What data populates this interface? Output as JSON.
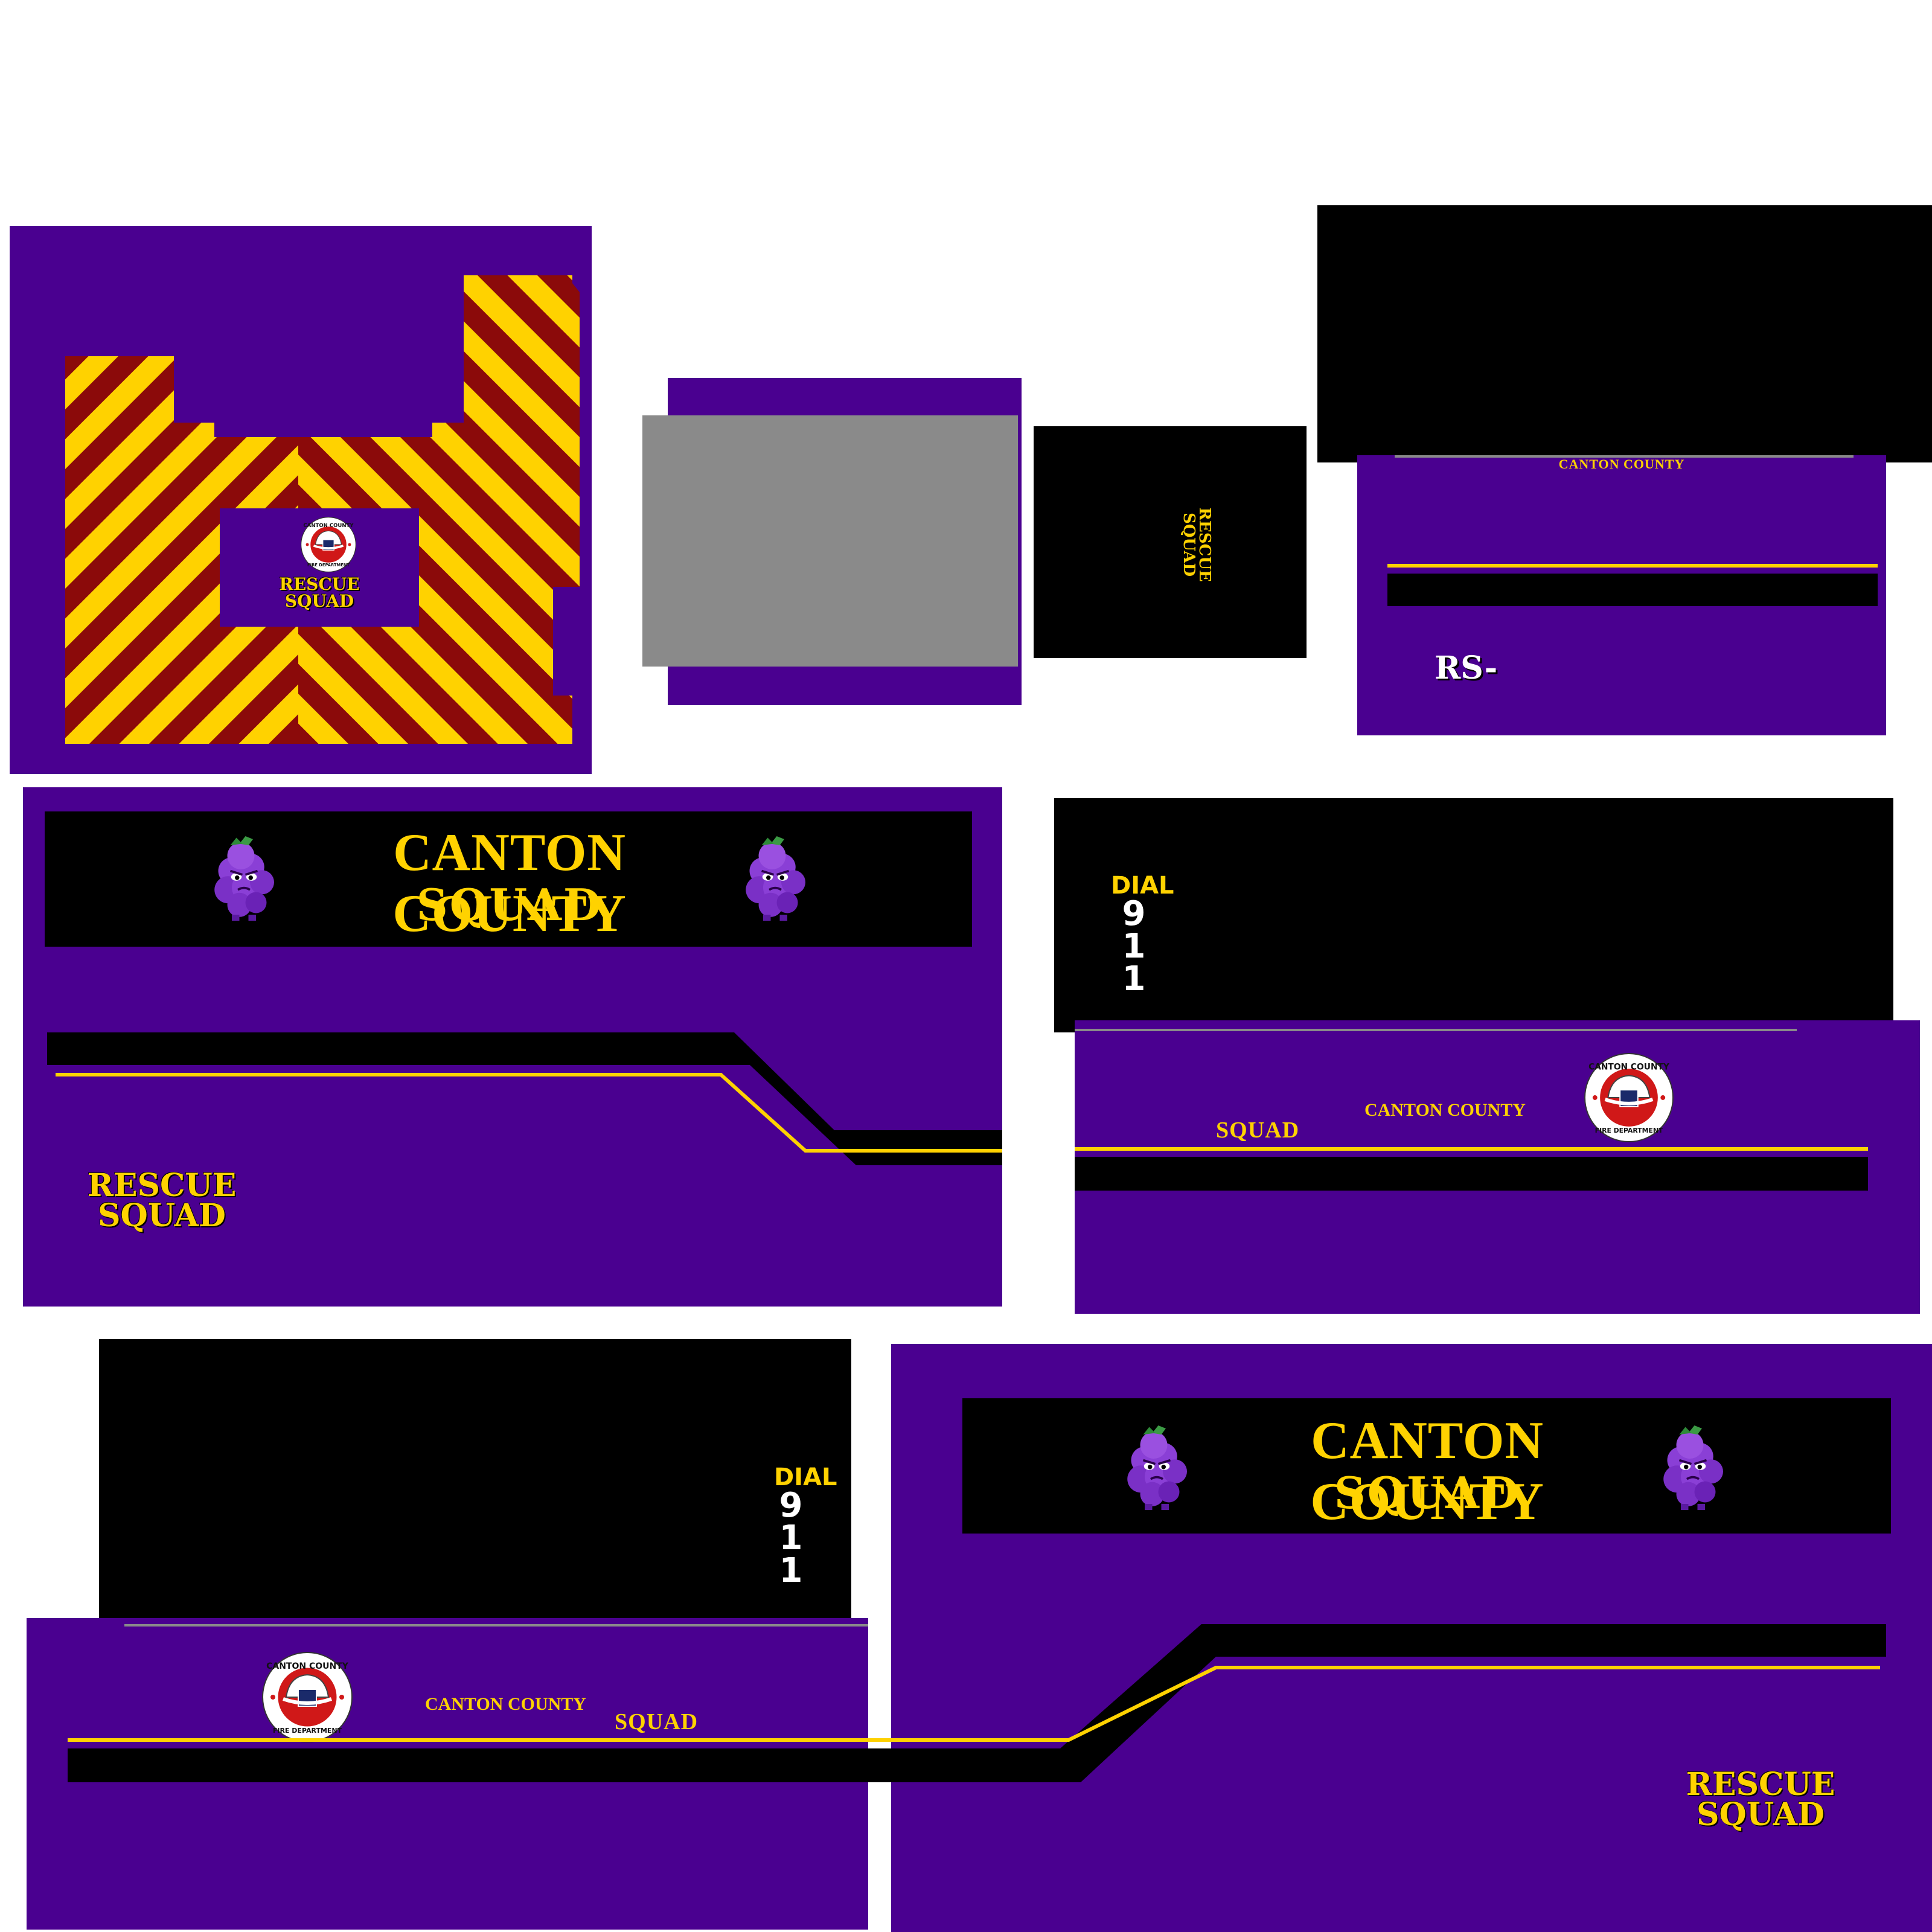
{
  "colors": {
    "purple": "#4a0090",
    "black": "#000000",
    "gold": "#ffd200",
    "maroon": "#8b0a0a",
    "gray": "#8a8a8a",
    "white": "#ffffff",
    "seal_red": "#d01818"
  },
  "hood": {
    "rescue": "RESCUE",
    "squad": "SQUAD"
  },
  "roof_black": {
    "rescue": "RESCUE",
    "squad": "SQUAD"
  },
  "rear_panel": {
    "county": "CANTON COUNTY",
    "unit_prefix": "RS-"
  },
  "left_side": {
    "banner_line1": "CANTON COUNTY",
    "banner_line2": "SQUAD",
    "rescue": "RESCUE",
    "squad": "SQUAD"
  },
  "right_cab": {
    "dial": "DIAL",
    "digits": [
      "9",
      "1",
      "1"
    ],
    "county": "CANTON COUNTY",
    "squad": "SQUAD"
  },
  "left_cab": {
    "dial": "DIAL",
    "digits": [
      "9",
      "1",
      "1"
    ],
    "county": "CANTON COUNTY",
    "squad": "SQUAD"
  },
  "right_side": {
    "banner_line1": "CANTON COUNTY",
    "banner_line2": "SQUAD",
    "rescue": "RESCUE",
    "squad": "SQUAD"
  },
  "seal": {
    "top_text": "CANTON COUNTY",
    "bottom_text": "FIRE DEPARTMENT"
  },
  "icons": [
    "grape-mascot-icon",
    "fire-department-seal-icon"
  ]
}
